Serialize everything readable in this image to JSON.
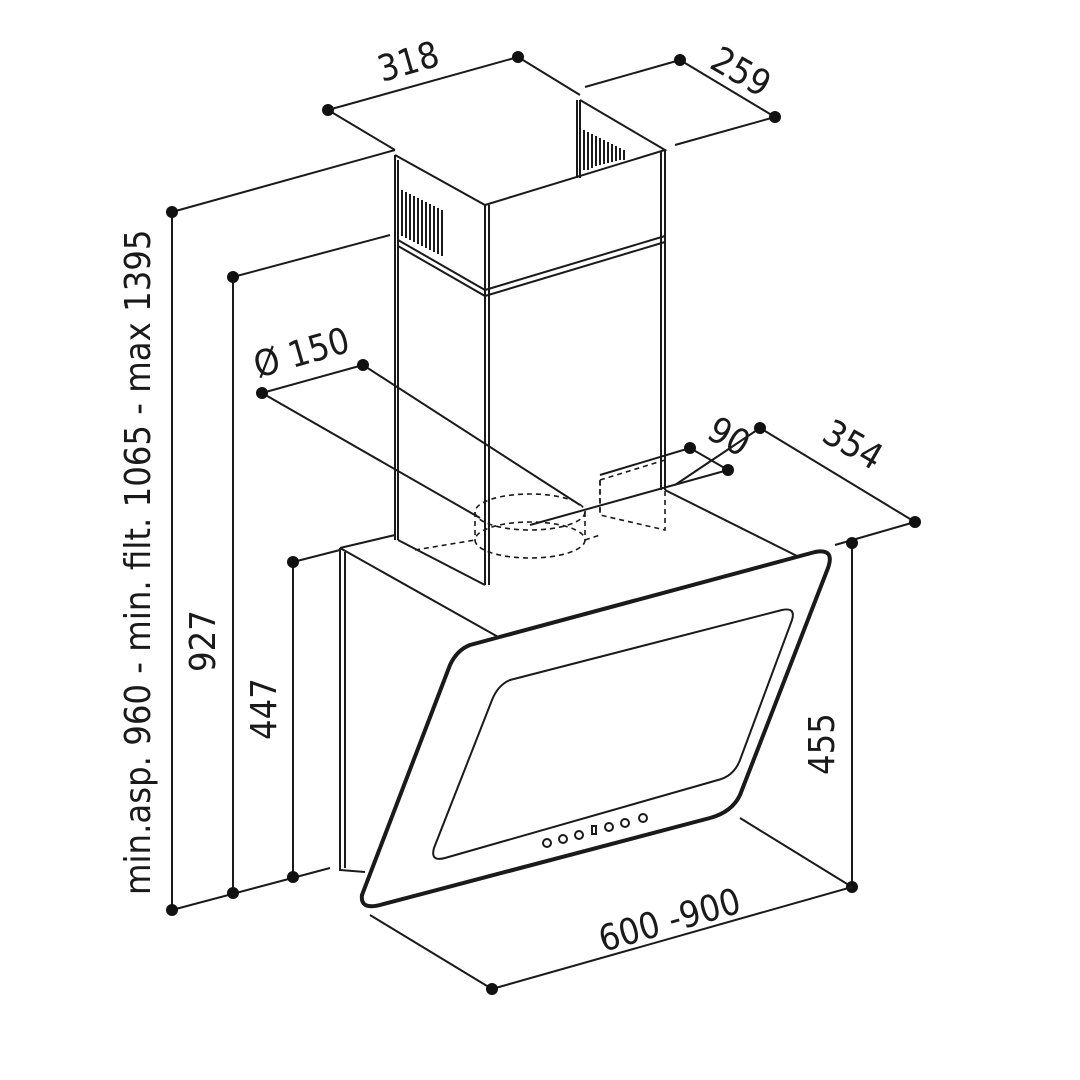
{
  "dimensions": {
    "chimney_width": "318",
    "chimney_depth": "259",
    "duct_diameter": "Ø 150",
    "outlet_offset": "90",
    "hood_depth": "354",
    "total_height": "min.asp. 960 - min. filt. 1065 - max 1395",
    "chimney_bottom_height": "927",
    "body_height": "447",
    "front_height": "455",
    "width": "600 -900"
  },
  "colors": {
    "line": "#1a1a1a",
    "background": "#ffffff"
  }
}
